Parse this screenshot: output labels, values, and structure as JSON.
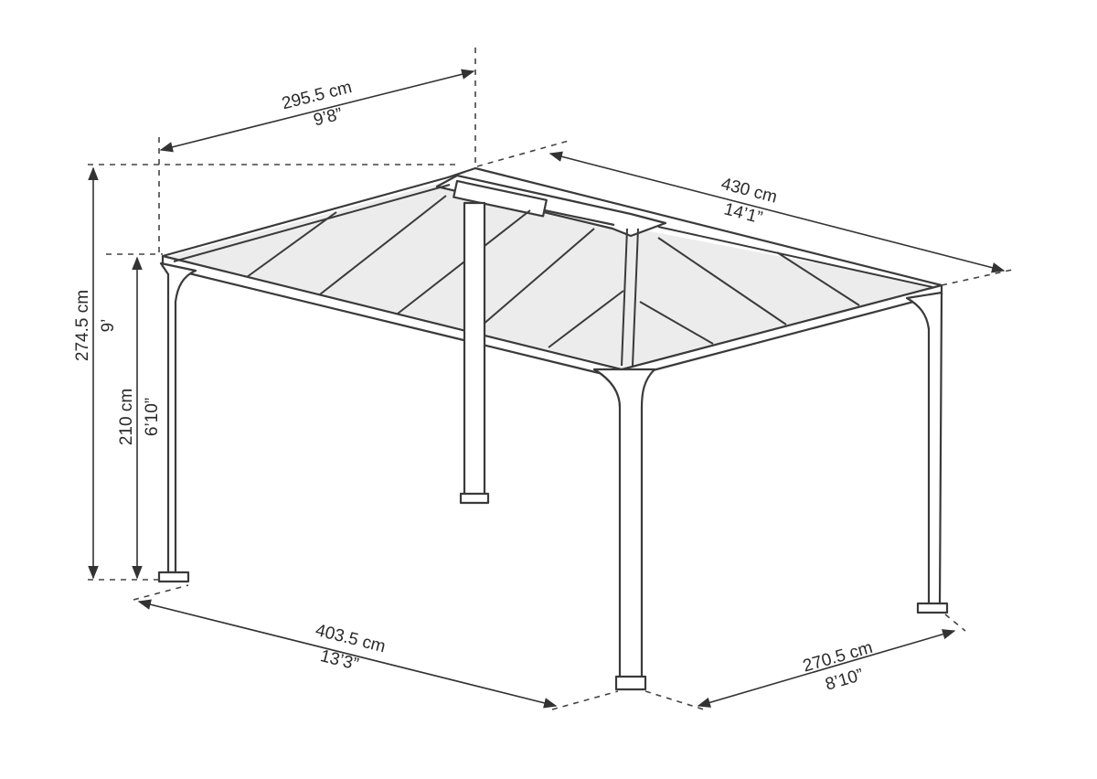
{
  "dimensions": {
    "roof_width": {
      "metric": "295.5 cm",
      "imperial": "9’8”"
    },
    "roof_length": {
      "metric": "430 cm",
      "imperial": "14’1”"
    },
    "total_height": {
      "metric": "274.5 cm",
      "imperial": "9’"
    },
    "eave_height": {
      "metric": "210 cm",
      "imperial": "6’10”"
    },
    "base_length": {
      "metric": "403.5 cm",
      "imperial": "13’3”"
    },
    "base_width": {
      "metric": "270.5 cm",
      "imperial": "8’10”"
    }
  },
  "colors": {
    "line": "#3a3a3a",
    "roof": "#ececec",
    "background": "#ffffff"
  }
}
